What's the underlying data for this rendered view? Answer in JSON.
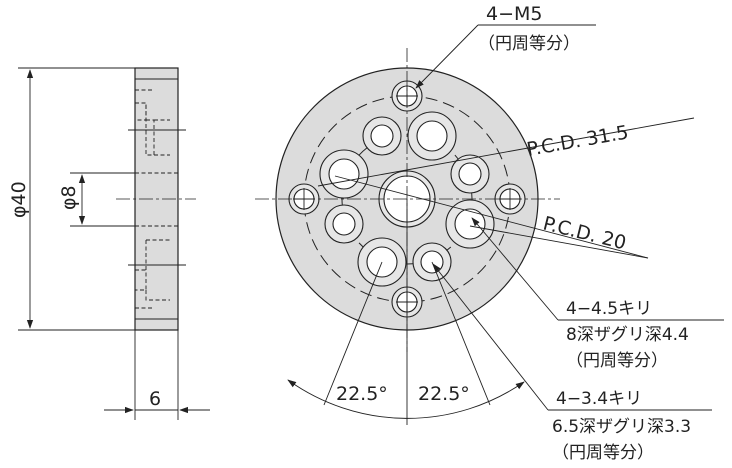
{
  "drawing": {
    "dims": {
      "outer_dia": "φ40",
      "bore_dia": "φ8",
      "thickness": "6",
      "angle_left": "22.5°",
      "angle_right": "22.5°"
    },
    "callouts": {
      "m5_line1": "4−M5",
      "m5_line2": "（円周等分）",
      "pcd_outer": "P.C.D. 31.5",
      "pcd_inner": "P.C.D. 20",
      "h45_line1": "4−4.5キリ",
      "h45_line2": "8深ザグリ深4.4",
      "h45_line3": "（円周等分）",
      "h34_line1": "4−3.4キリ",
      "h34_line2": "6.5深ザグリ深3.3",
      "h34_line3": "（円周等分）"
    }
  }
}
